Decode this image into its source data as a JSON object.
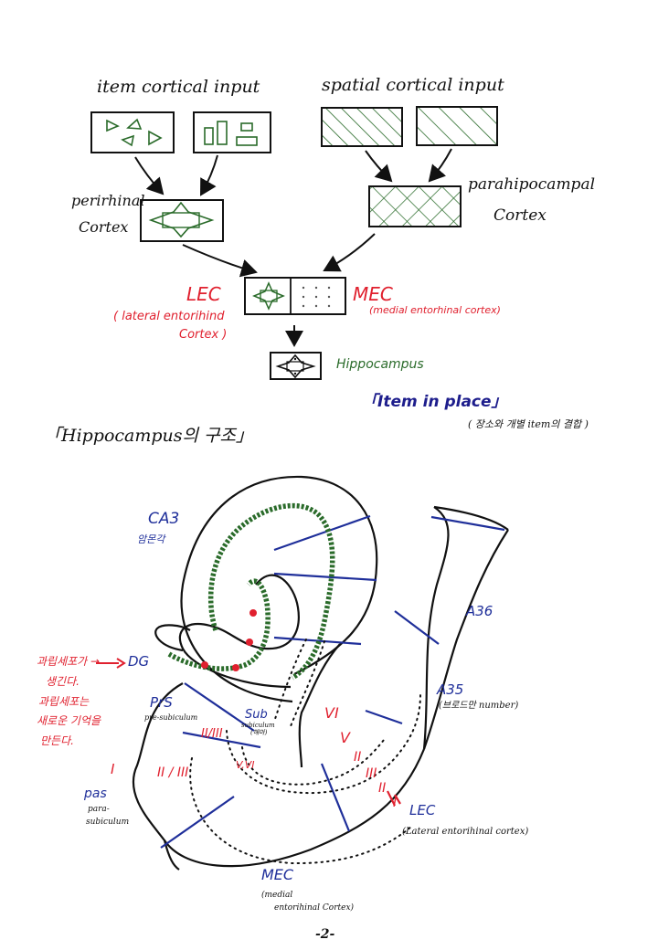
{
  "top": {
    "item_input": "item cortical input",
    "spatial_input": "spatial cortical input",
    "perirhinal": "perirhinal",
    "cortex_left": "Cortex",
    "parahippocampal": "parahipocampal",
    "cortex_right": "Cortex",
    "lec": "LEC",
    "lec_full_1": "( lateral entorihind",
    "lec_full_2": "Cortex )",
    "mec": "MEC",
    "mec_full": "(medial entorhinal cortex)",
    "hippocampus": "Hippocampus",
    "item_in_place": "「Item in place」",
    "item_in_place_note": "( 장소와 개별 item의 결합 )"
  },
  "section": {
    "title": "「Hippocampus의 구조」"
  },
  "anatomy": {
    "ca3": "CA3",
    "ca3_kr": "암몬각",
    "dg": "DG",
    "dg_note_1": "과립세포가 →",
    "dg_note_2": "생긴다.",
    "dg_note_3": "과립세포는",
    "dg_note_4": "새로운 기억을",
    "dg_note_5": "만든다.",
    "prs": "PrS",
    "prs_sub": "pre-subiculum",
    "sub": "Sub",
    "sub_sub_1": "subiculum",
    "sub_sub_2": "(해마)",
    "pas": "pas",
    "pas_sub_1": "para-",
    "pas_sub_2": "subiculum",
    "a36": "A36",
    "a35": "A35",
    "a35_note": "(브로드만 number)",
    "lec": "LEC",
    "lec_full": "(Lateral entorihinal cortex)",
    "mec": "MEC",
    "mec_full_1": "(medial",
    "mec_full_2": "entorihinal Cortex)",
    "layer_I": "I",
    "layer_II_III_left": "II / III",
    "layer_II_III_mid": "II/III",
    "layer_V_VI_mid": "V,VI",
    "layer_VI": "VI",
    "layer_V": "V",
    "layer_II": "II",
    "layer_III": "III",
    "layer_II_b": "II",
    "layer_I_b": "I"
  },
  "footer": {
    "page_number": "-2-"
  },
  "colors": {
    "red": "#e0202e",
    "blue": "#1f2f9a",
    "green": "#2a6b2a",
    "black": "#111111"
  }
}
